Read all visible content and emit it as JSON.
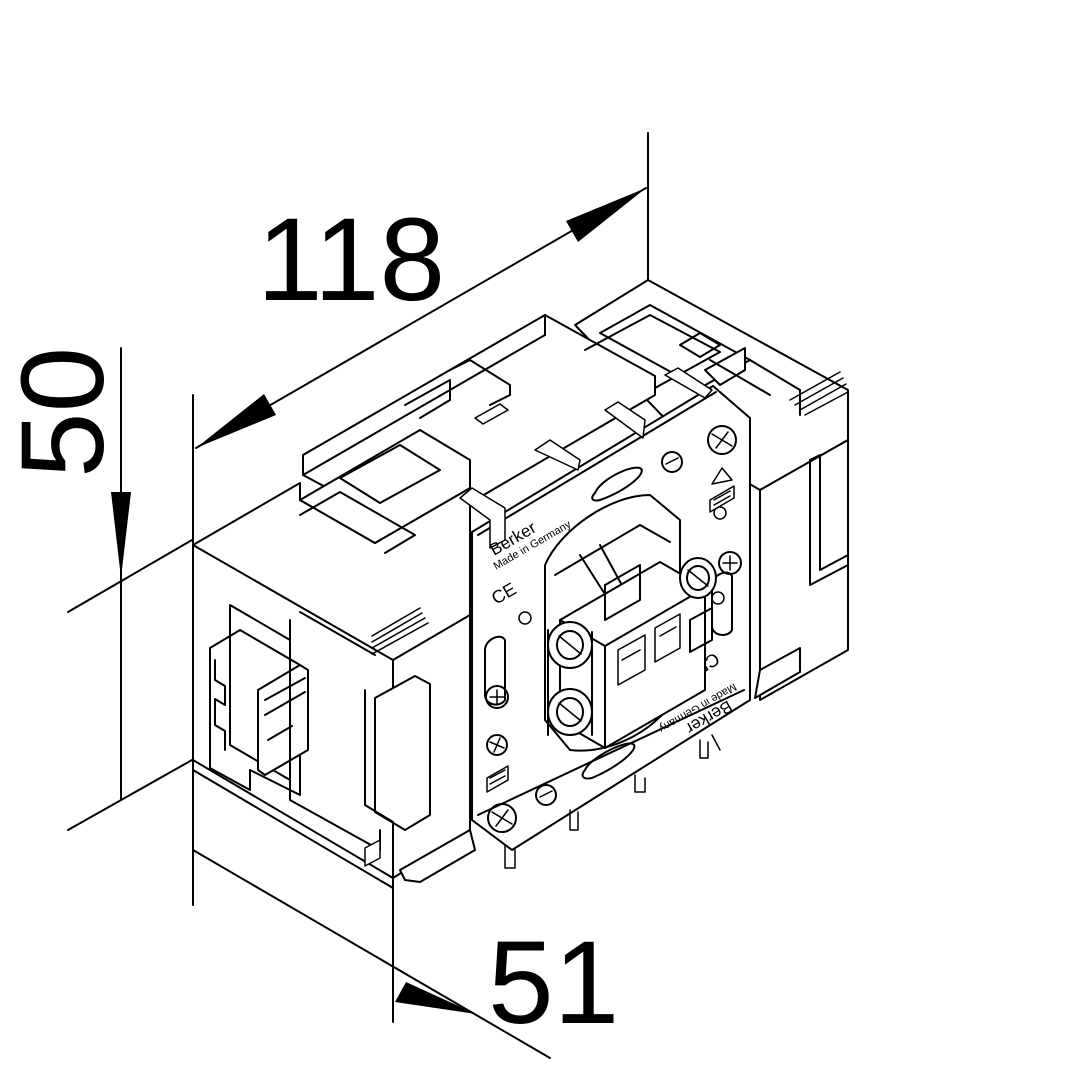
{
  "dimensions": {
    "length": "118",
    "height": "50",
    "depth": "51"
  },
  "device_markings": {
    "brand": "Berker",
    "origin": "Made in Germany",
    "ce_mark": "CE"
  },
  "colors": {
    "line": "#000000",
    "background": "#ffffff"
  }
}
